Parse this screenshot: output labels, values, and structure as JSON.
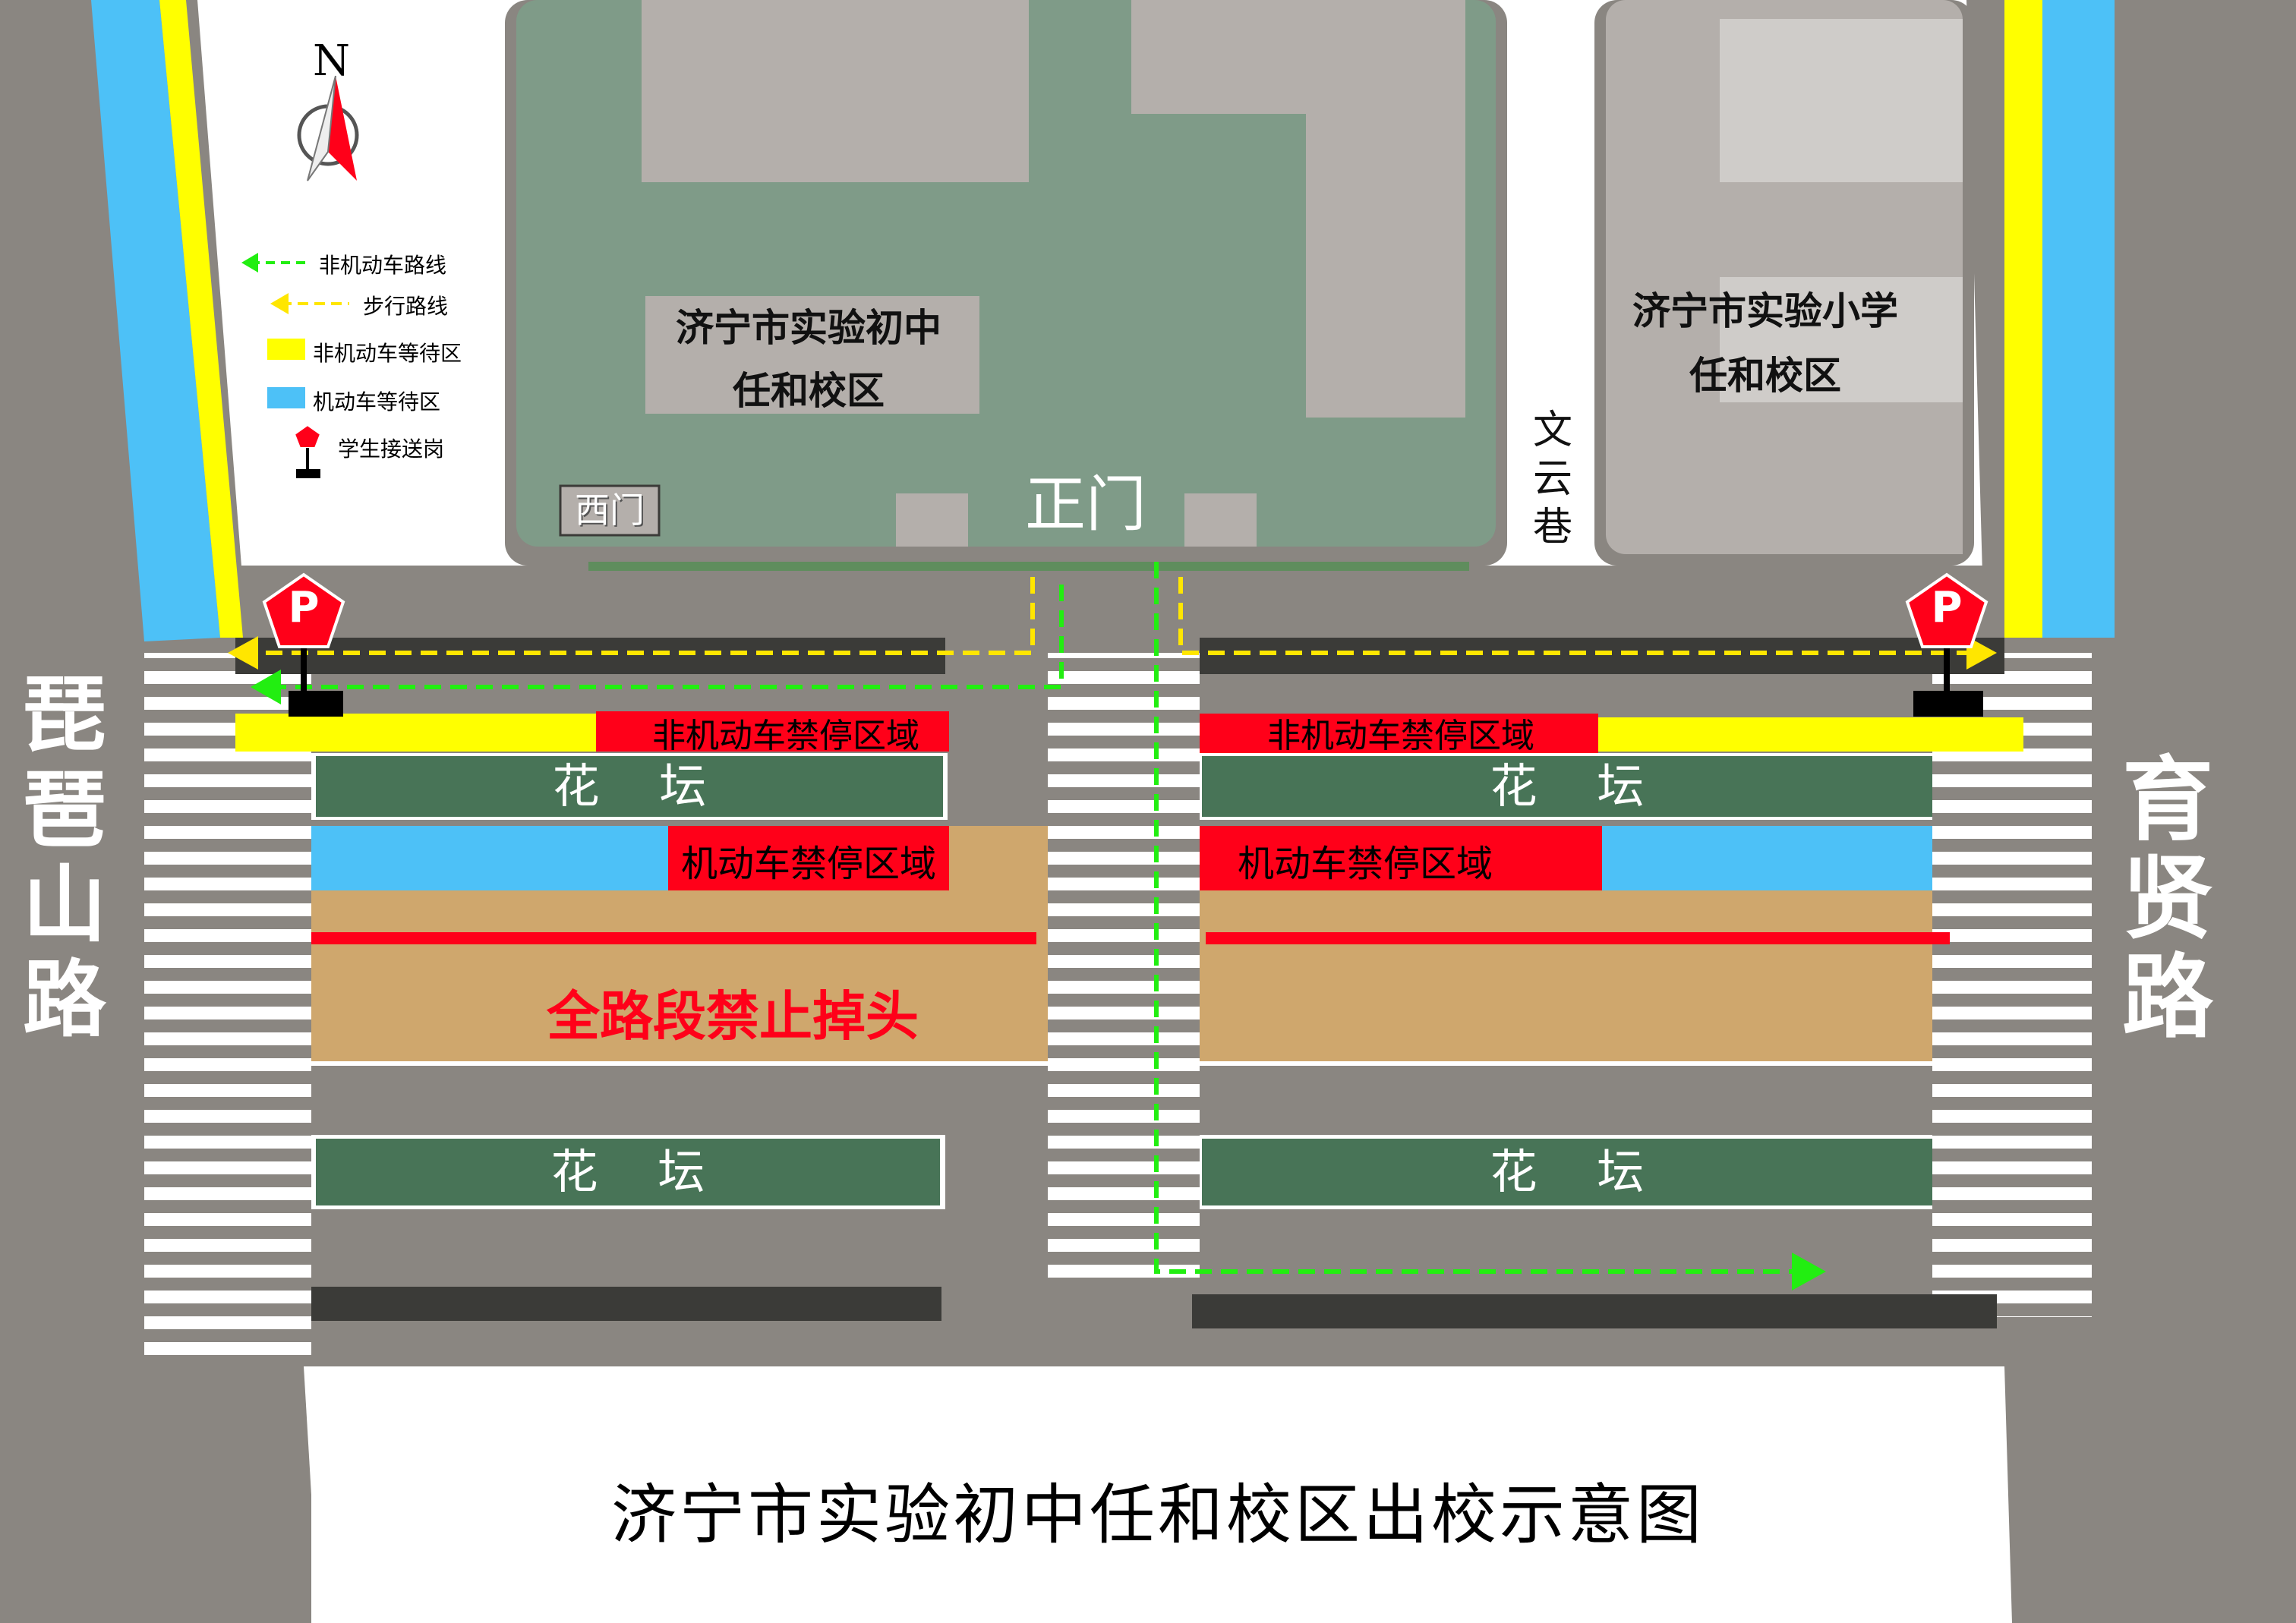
{
  "map": {
    "title": "济宁市实验初中任和校区出校示意图",
    "compass": {
      "label": "N"
    },
    "legend": [
      {
        "label": "非机动车路线",
        "icon": "green-dashed-arrow-icon"
      },
      {
        "label": "步行路线",
        "icon": "yellow-dashed-arrow-icon"
      },
      {
        "label": "非机动车等待区",
        "icon": "yellow-swatch-icon"
      },
      {
        "label": "机动车等待区",
        "icon": "blue-swatch-icon"
      },
      {
        "label": "学生接送岗",
        "icon": "parking-post-icon"
      }
    ],
    "buildings": {
      "middle_school_line1": "济宁市实验初中",
      "middle_school_line2": "任和校区",
      "primary_school_line1": "济宁市实验小学",
      "primary_school_line2": "任和校区"
    },
    "gates": {
      "west": "西门",
      "main": "正门"
    },
    "streets": {
      "lane": "文云巷",
      "west_road": "琵琶山路",
      "east_road": "育贤路"
    },
    "zones": {
      "nonmotor_no_parking": "非机动车禁停区域",
      "motor_no_parking": "机动车禁停区域",
      "flowerbed": "花    坛",
      "no_u_turn": "全路段禁止掉头"
    },
    "parking_marker": "P",
    "colors": {
      "road": "#8a8681",
      "campus_green": "#7f9b88",
      "building_gray": "#b4afab",
      "nonmotor_wait": "#ffff00",
      "motor_wait": "#4dc1f7",
      "no_parking_red": "#ff0019",
      "flowerbed_green": "#487457",
      "median_tan": "#cfa76d",
      "crosswalk_dark": "#3b3b38",
      "route_green": "#22ee11",
      "route_yellow": "#ffe600"
    }
  }
}
